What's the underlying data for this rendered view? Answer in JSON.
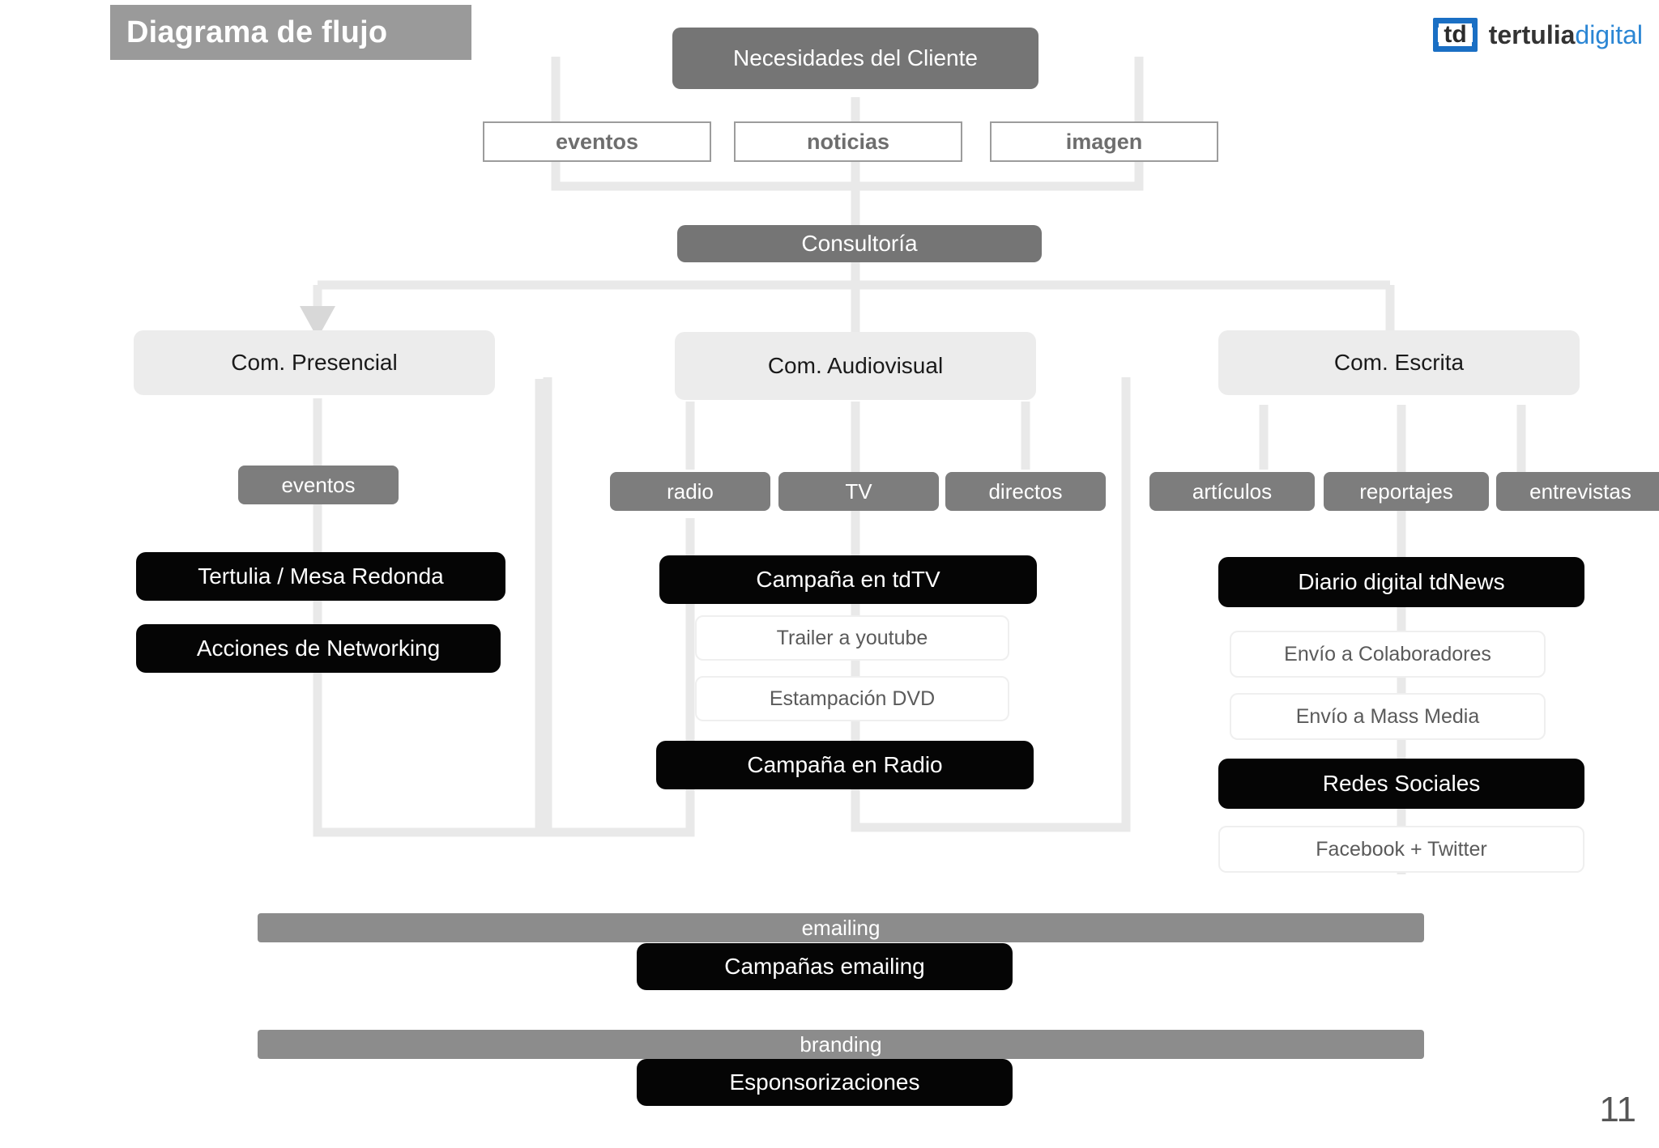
{
  "slide": {
    "title": "Diagrama de flujo",
    "page_number": "11"
  },
  "logo": {
    "mark": "td",
    "word_primary": "tertulia",
    "word_secondary": "digital",
    "bracket_color": "#1a6fc4",
    "secondary_color": "#2b86d4"
  },
  "flow": {
    "root": "Necesidades del Cliente",
    "root_children": [
      "eventos",
      "noticias",
      "imagen"
    ],
    "consulting": "Consultoría",
    "columns": [
      {
        "category": "Com. Presencial",
        "channels": [
          "eventos"
        ],
        "actions": [
          {
            "label": "Tertulia / Mesa Redonda",
            "style": "black"
          },
          {
            "label": "Acciones de Networking",
            "style": "black"
          }
        ]
      },
      {
        "category": "Com. Audiovisual",
        "channels": [
          "radio",
          "TV",
          "directos"
        ],
        "actions": [
          {
            "label": "Campaña en tdTV",
            "style": "black"
          },
          {
            "label": "Trailer a youtube",
            "style": "faint"
          },
          {
            "label": "Estampación DVD",
            "style": "faint"
          },
          {
            "label": "Campaña en Radio",
            "style": "black"
          }
        ]
      },
      {
        "category": "Com. Escrita",
        "channels": [
          "artículos",
          "reportajes",
          "entrevistas"
        ],
        "actions": [
          {
            "label": "Diario digital tdNews",
            "style": "black"
          },
          {
            "label": "Envío a Colaboradores",
            "style": "faint"
          },
          {
            "label": "Envío a Mass Media",
            "style": "faint"
          },
          {
            "label": "Redes Sociales",
            "style": "black"
          },
          {
            "label": "Facebook + Twitter",
            "style": "faint"
          }
        ]
      }
    ],
    "footer_groups": [
      {
        "bar": "emailing",
        "action": "Campañas emailing"
      },
      {
        "bar": "branding",
        "action": "Esponsorizaciones"
      }
    ]
  },
  "colors": {
    "banner": "#9a9a9a",
    "node_dark": "#757575",
    "node_light": "#ececec",
    "node_black": "#050505",
    "connector": "#e8e8e8"
  }
}
